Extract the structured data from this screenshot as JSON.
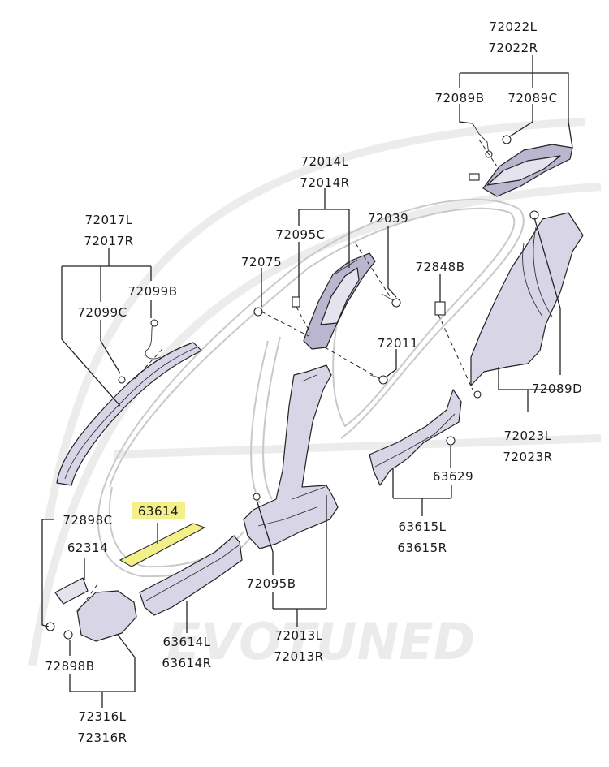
{
  "watermark": {
    "text": "EVOTUNED",
    "color": "#ebebeb"
  },
  "highlight_color": "#f3f089",
  "part_fill": "#d8d6e6",
  "labels": {
    "p72022L": "72022L",
    "p72022R": "72022R",
    "p72089B": "72089B",
    "p72089C": "72089C",
    "p72014L": "72014L",
    "p72014R": "72014R",
    "p72039": "72039",
    "p72017L": "72017L",
    "p72017R": "72017R",
    "p72095C": "72095C",
    "p72075": "72075",
    "p72848B": "72848B",
    "p72099B": "72099B",
    "p72099C": "72099C",
    "p72011": "72011",
    "p72089D": "72089D",
    "p72023L": "72023L",
    "p72023R": "72023R",
    "p63629": "63629",
    "p72898C": "72898C",
    "p63614": "63614",
    "p62314": "62314",
    "p63615L": "63615L",
    "p63615R": "63615R",
    "p72095B": "72095B",
    "p63614L": "63614L",
    "p63614R": "63614R",
    "p72013L": "72013L",
    "p72013R": "72013R",
    "p72898B": "72898B",
    "p72316L": "72316L",
    "p72316R": "72316R"
  }
}
